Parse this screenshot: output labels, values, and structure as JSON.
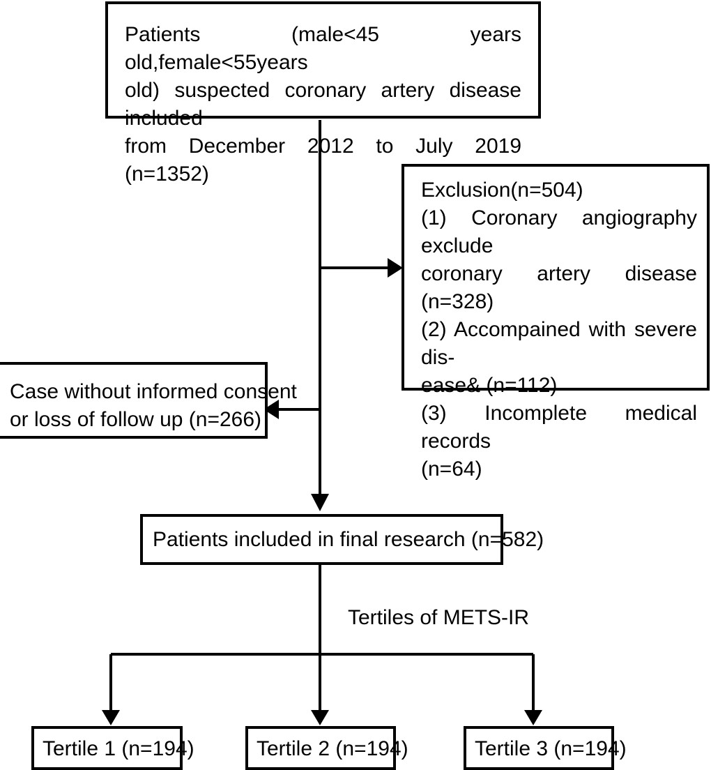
{
  "boxes": {
    "start": {
      "lines": [
        "Patients (male<45 years old,female<55years",
        "old) suspected coronary artery disease included",
        "from December 2012 to July 2019 (n=1352)"
      ]
    },
    "exclusion": {
      "lines": [
        "Exclusion(n=504)",
        "(1) Coronary angiography exclude",
        "coronary artery disease (n=328)",
        "(2) Accompained with severe dis-",
        "ease& (n=112)",
        "(3) Incomplete medical records",
        "(n=64)"
      ]
    },
    "loss": {
      "lines": [
        "Case without informed consent",
        "or loss of follow up (n=266)"
      ]
    },
    "final": {
      "text": "Patients included in final research (n=582)"
    },
    "tertile1": {
      "text": "Tertile 1 (n=194)"
    },
    "tertile2": {
      "text": "Tertile 2 (n=194)"
    },
    "tertile3": {
      "text": "Tertile 3 (n=194)"
    }
  },
  "split_label": "Tertiles of METS-IR"
}
